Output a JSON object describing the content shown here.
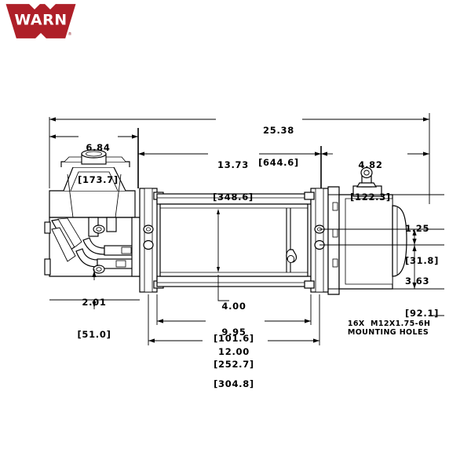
{
  "brand": {
    "logo_name": "warn-logo",
    "logo_text": "WARN",
    "logo_color": "#ae1f28",
    "logo_color_dark": "#8e1720",
    "trademark": "®"
  },
  "drawing": {
    "title": "warn-winch-side-elevation",
    "line_color": "#000000",
    "background": "#ffffff",
    "subject": "hydraulic winch side view",
    "parts": [
      {
        "name": "hydraulic-motor-assembly",
        "position": "left"
      },
      {
        "name": "control-valve-block",
        "position": "left-lower"
      },
      {
        "name": "tie-bar-frame",
        "position": "center"
      },
      {
        "name": "cable-drum",
        "position": "center"
      },
      {
        "name": "drum-tensioner",
        "position": "center-right"
      },
      {
        "name": "gear-housing",
        "position": "right"
      },
      {
        "name": "clutch-lever",
        "position": "right-top"
      },
      {
        "name": "mounting-foot-left",
        "position": "center-left"
      },
      {
        "name": "mounting-foot-right",
        "position": "center-right"
      }
    ]
  },
  "dimensions": {
    "overall_length": {
      "name": "dim-25-38",
      "inch": "25.38",
      "mm": "[644.6]"
    },
    "motor_length": {
      "name": "dim-6-84",
      "inch": "6.84",
      "mm": "[173.7]"
    },
    "drum_length": {
      "name": "dim-13-73",
      "inch": "13.73",
      "mm": "[348.6]"
    },
    "gearbox_length": {
      "name": "dim-4-82",
      "inch": "4.82",
      "mm": "[122.3]"
    },
    "hole_offset_upper": {
      "name": "dim-1-25",
      "inch": "1.25",
      "mm": "[31.8]"
    },
    "hole_offset_lower": {
      "name": "dim-3-63",
      "inch": "3.63",
      "mm": "[92.1]"
    },
    "motor_height": {
      "name": "dim-2-01",
      "inch": "2.01",
      "mm": "[51.0]"
    },
    "drum_width": {
      "name": "dim-4-00",
      "inch": "4.00",
      "mm": "[101.6]"
    },
    "mount_spacing": {
      "name": "dim-9-95",
      "inch": "9.95",
      "mm": "[252.7]"
    },
    "foot_span": {
      "name": "dim-12-00",
      "inch": "12.00",
      "mm": "[304.8]"
    }
  },
  "notes": {
    "mounting_holes": {
      "name": "note-mounting-holes",
      "line1": "16X  M12X1.75-6H",
      "line2": "MOUNTING HOLES"
    }
  }
}
